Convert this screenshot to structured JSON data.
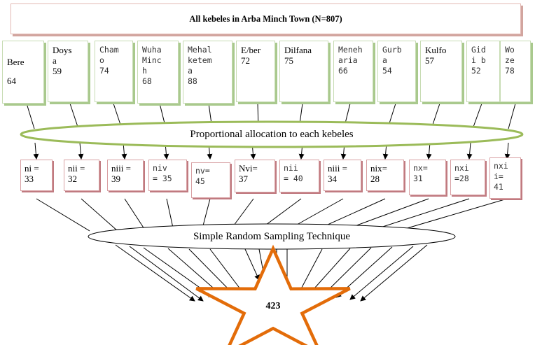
{
  "title": "All kebeles in Arba Minch Town (N=807)",
  "kebeles": [
    {
      "name": "Bere",
      "count": "64"
    },
    {
      "name": "Doys\na",
      "count": "59"
    },
    {
      "name": "Cham\no",
      "count": "74"
    },
    {
      "name": "Wuha\nMinc\nh",
      "count": "68"
    },
    {
      "name": "Mehal\nketem\na",
      "count": "88"
    },
    {
      "name": "E/ber",
      "count": "72"
    },
    {
      "name": "Dilfana",
      "count": "75"
    },
    {
      "name": "Meneh\naria",
      "count": "66"
    },
    {
      "name": "Gurb\na",
      "count": "54"
    },
    {
      "name": "Kulfo",
      "count": "57"
    },
    {
      "name": "Gid\ni b",
      "count": "52"
    },
    {
      "name": "Wo\nze",
      "count": "78"
    }
  ],
  "allocation_label": "Proportional allocation to each kebeles",
  "samples": [
    "ni =\n33",
    "nii =\n32",
    "niii =\n39",
    "niv\n= 35",
    "nv=\n45",
    "Nvi=\n37",
    "nii\n= 40",
    "niii =\n34",
    "nix=\n28",
    "nx=\n31",
    "nxi\n=28",
    "nxi\ni=\n41"
  ],
  "technique_label": "Simple Random Sampling Technique",
  "total": "423",
  "colors": {
    "allocation_ellipse": "#9bbb59",
    "star": "#e36c09",
    "kebele_border": "#a9c98d",
    "sample_border": "#c07a80"
  }
}
